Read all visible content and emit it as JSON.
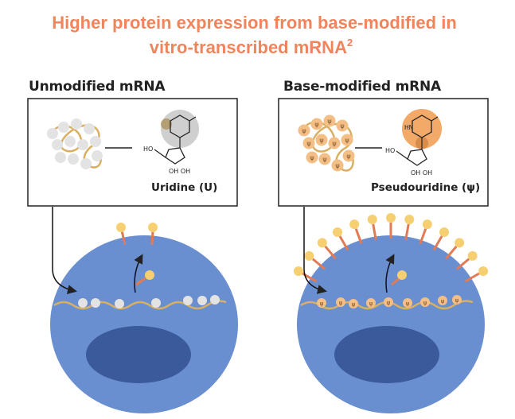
{
  "title": {
    "line1": "Higher protein expression from base-modified in",
    "line2": "vitro-transcribed mRNA",
    "superscript": "2"
  },
  "left_panel": {
    "heading": "Unmodified mRNA",
    "nucleoside_label": "Uridine (U)",
    "nucleoside_highlight_color": "#cfcfcf"
  },
  "right_panel": {
    "heading": "Base-modified mRNA",
    "nucleoside_label": "Pseudouridine (ψ)",
    "nucleoside_highlight_color": "#f3a968",
    "bead_symbol": "ψ"
  },
  "colors": {
    "title": "#f0845c",
    "cell": "#6a8fd0",
    "nucleus": "#3b5a9c",
    "protein_stalk": "#e07b56",
    "protein_head": "#f6cf72",
    "strand": "#d9b062",
    "bead_unmodified": "#e3e3e3",
    "bead_modified": "#f3bf86"
  }
}
